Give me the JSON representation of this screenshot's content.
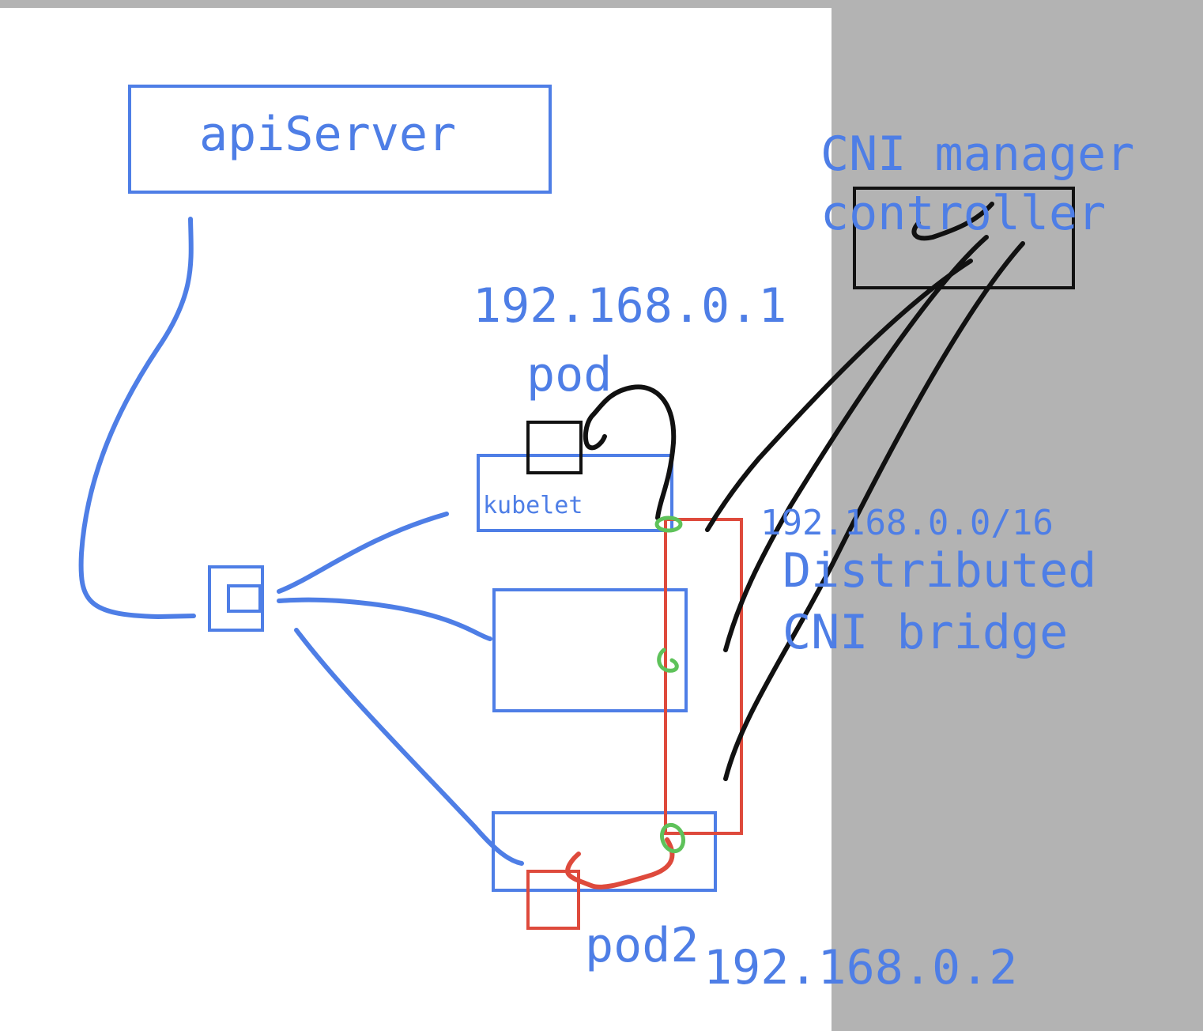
{
  "colors": {
    "blue": "#4e7ee6",
    "black": "#111111",
    "red": "#de4a3c",
    "green": "#5ec25a",
    "gray_panel": "#b3b3b3",
    "background": "#ffffff"
  },
  "labels": {
    "api_server": "apiServer",
    "pod_ip": "192.168.0.1",
    "pod": "pod",
    "kubelet": "kubelet",
    "subnet": "192.168.0.0/16",
    "bridge_line1": "Distributed",
    "bridge_line2": "CNI bridge",
    "cni_line1": "CNI manager",
    "cni_line2": "controller",
    "pod2": "pod2",
    "pod2_ip": "192.168.0.2"
  }
}
